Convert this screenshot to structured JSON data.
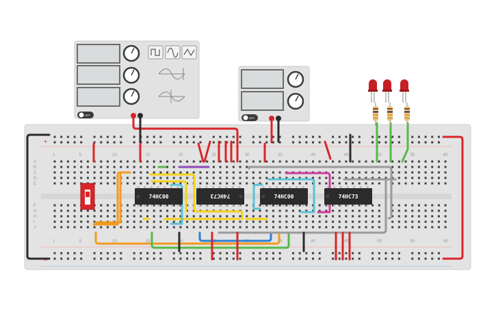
{
  "colors": {
    "board": "#e3e3e3",
    "instrument": "#e2e2e2",
    "screen": "#d9dcdc",
    "chip": "#2b2b2b",
    "wire_red": "#d9252a",
    "wire_black": "#2b2b2b",
    "wire_orange": "#f39a1e",
    "wire_yellow": "#f3d21a",
    "wire_cyan": "#5bc3d6",
    "wire_green": "#55b947",
    "wire_blue": "#2f7fd1",
    "wire_purple": "#8a4bb5",
    "wire_pink": "#d13aa0",
    "wire_gray": "#9a9a9a",
    "led": "#c42026",
    "switch": "#d9252a"
  },
  "chips": [
    {
      "id": "chip-1",
      "label": "74HC00",
      "flipped": false
    },
    {
      "id": "chip-2",
      "label": "74HC73",
      "flipped": true
    },
    {
      "id": "chip-3",
      "label": "74HC00",
      "flipped": false
    },
    {
      "id": "chip-4",
      "label": "74HC73",
      "flipped": false
    }
  ],
  "column_numbers": [
    "1",
    "5",
    "10",
    "15",
    "20",
    "25",
    "30",
    "35",
    "40",
    "45",
    "50",
    "55",
    "60"
  ],
  "row_letters_top": [
    "A",
    "B",
    "C",
    "D",
    "E"
  ],
  "row_letters_bottom": [
    "F",
    "G",
    "H",
    "I",
    "J"
  ],
  "instruments": {
    "generator": {
      "off_label": "OFF",
      "waveforms": [
        "square-wave-icon",
        "sine-wave-icon",
        "triangle-wave-icon"
      ]
    },
    "power_supply": {
      "off_label": "OFF"
    }
  },
  "icons": [
    "led-icon",
    "resistor-icon",
    "dip-switch-icon",
    "knob-icon"
  ]
}
